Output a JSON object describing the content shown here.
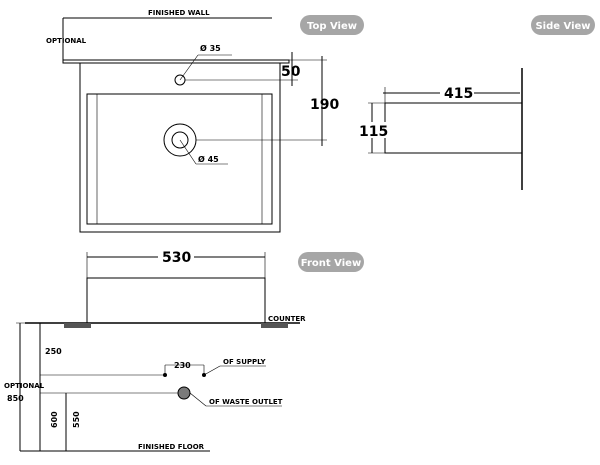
{
  "views": {
    "top": "Top View",
    "side": "Side View",
    "front": "Front View"
  },
  "labels": {
    "finished_wall": "FINISHED WALL",
    "optional_top": "OPTIONAL",
    "counter": "COUNTER",
    "of_supply": "OF SUPPLY",
    "of_waste_outlet": "OF WASTE OUTLET",
    "optional_side": "OPTIONAL",
    "finished_floor": "FINISHED FLOOR"
  },
  "dimensions": {
    "tap_hole": "Ø 35",
    "waste_hole": "Ø 45",
    "tap_offset": "50",
    "waste_offset": "190",
    "depth": "415",
    "height": "115",
    "width": "530",
    "counter_to_supply": "250",
    "supply_spacing": "230",
    "total_height": "850",
    "waste_height": "600",
    "waste_height_alt": "550"
  },
  "colors": {
    "pill": "#a6a6a6",
    "line": "#000000",
    "waste_fill": "#7a7a7a"
  }
}
